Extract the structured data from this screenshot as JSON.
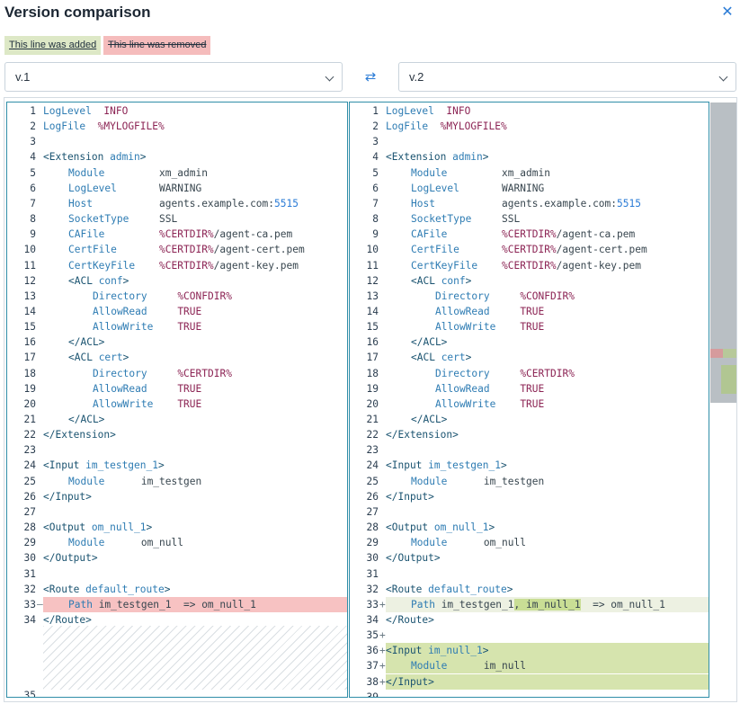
{
  "dialog": {
    "title": "Version comparison",
    "close_icon": "close-icon",
    "legend_added": "This line was added",
    "legend_removed": "This line was removed",
    "left_version": "v.1",
    "right_version": "v.2",
    "swap_icon": "swap-icon"
  },
  "colors": {
    "added": "#d6e4ae",
    "removed": "#f7c2c2",
    "changed": "#edf1e2",
    "accent": "#2a7bd6"
  },
  "left_lines": [
    {
      "n": "1",
      "mk": "",
      "d": "",
      "c": [
        [
          "k",
          "LogLevel"
        ],
        [
          "v",
          "  "
        ],
        [
          "m",
          "INFO"
        ]
      ]
    },
    {
      "n": "2",
      "mk": "",
      "d": "",
      "c": [
        [
          "k",
          "LogFile"
        ],
        [
          "v",
          "  "
        ],
        [
          "m",
          "%MYLOGFILE%"
        ]
      ]
    },
    {
      "n": "3",
      "mk": "",
      "d": "",
      "c": []
    },
    {
      "n": "4",
      "mk": "",
      "d": "",
      "c": [
        [
          "t",
          "<Extension "
        ],
        [
          "k",
          "admin"
        ],
        [
          "t",
          ">"
        ]
      ]
    },
    {
      "n": "5",
      "mk": "",
      "d": "",
      "i": 1,
      "c": [
        [
          "k",
          "Module"
        ],
        [
          "v",
          "         xm_admin"
        ]
      ]
    },
    {
      "n": "6",
      "mk": "",
      "d": "",
      "i": 1,
      "c": [
        [
          "k",
          "LogLevel"
        ],
        [
          "v",
          "       WARNING"
        ]
      ]
    },
    {
      "n": "7",
      "mk": "",
      "d": "",
      "i": 1,
      "c": [
        [
          "k",
          "Host"
        ],
        [
          "v",
          "           agents.example.com:"
        ],
        [
          "n",
          "5515"
        ]
      ]
    },
    {
      "n": "8",
      "mk": "",
      "d": "",
      "i": 1,
      "c": [
        [
          "k",
          "SocketType"
        ],
        [
          "v",
          "     SSL"
        ]
      ]
    },
    {
      "n": "9",
      "mk": "",
      "d": "",
      "i": 1,
      "c": [
        [
          "k",
          "CAFile"
        ],
        [
          "v",
          "         "
        ],
        [
          "m",
          "%CERTDIR%"
        ],
        [
          "v",
          "/agent-ca.pem"
        ]
      ]
    },
    {
      "n": "10",
      "mk": "",
      "d": "",
      "i": 1,
      "c": [
        [
          "k",
          "CertFile"
        ],
        [
          "v",
          "       "
        ],
        [
          "m",
          "%CERTDIR%"
        ],
        [
          "v",
          "/agent-cert.pem"
        ]
      ]
    },
    {
      "n": "11",
      "mk": "",
      "d": "",
      "i": 1,
      "c": [
        [
          "k",
          "CertKeyFile"
        ],
        [
          "v",
          "    "
        ],
        [
          "m",
          "%CERTDIR%"
        ],
        [
          "v",
          "/agent-key.pem"
        ]
      ]
    },
    {
      "n": "12",
      "mk": "",
      "d": "",
      "i": 1,
      "c": [
        [
          "t",
          "<ACL "
        ],
        [
          "k",
          "conf"
        ],
        [
          "t",
          ">"
        ]
      ]
    },
    {
      "n": "13",
      "mk": "",
      "d": "",
      "i": 2,
      "c": [
        [
          "k",
          "Directory"
        ],
        [
          "v",
          "     "
        ],
        [
          "m",
          "%CONFDIR%"
        ]
      ]
    },
    {
      "n": "14",
      "mk": "",
      "d": "",
      "i": 2,
      "c": [
        [
          "k",
          "AllowRead"
        ],
        [
          "v",
          "     "
        ],
        [
          "m",
          "TRUE"
        ]
      ]
    },
    {
      "n": "15",
      "mk": "",
      "d": "",
      "i": 2,
      "c": [
        [
          "k",
          "AllowWrite"
        ],
        [
          "v",
          "    "
        ],
        [
          "m",
          "TRUE"
        ]
      ]
    },
    {
      "n": "16",
      "mk": "",
      "d": "",
      "i": 1,
      "c": [
        [
          "t",
          "</ACL>"
        ]
      ]
    },
    {
      "n": "17",
      "mk": "",
      "d": "",
      "i": 1,
      "c": [
        [
          "t",
          "<ACL "
        ],
        [
          "k",
          "cert"
        ],
        [
          "t",
          ">"
        ]
      ]
    },
    {
      "n": "18",
      "mk": "",
      "d": "",
      "i": 2,
      "c": [
        [
          "k",
          "Directory"
        ],
        [
          "v",
          "     "
        ],
        [
          "m",
          "%CERTDIR%"
        ]
      ]
    },
    {
      "n": "19",
      "mk": "",
      "d": "",
      "i": 2,
      "c": [
        [
          "k",
          "AllowRead"
        ],
        [
          "v",
          "     "
        ],
        [
          "m",
          "TRUE"
        ]
      ]
    },
    {
      "n": "20",
      "mk": "",
      "d": "",
      "i": 2,
      "c": [
        [
          "k",
          "AllowWrite"
        ],
        [
          "v",
          "    "
        ],
        [
          "m",
          "TRUE"
        ]
      ]
    },
    {
      "n": "21",
      "mk": "",
      "d": "",
      "i": 1,
      "c": [
        [
          "t",
          "</ACL>"
        ]
      ]
    },
    {
      "n": "22",
      "mk": "",
      "d": "",
      "c": [
        [
          "t",
          "</Extension>"
        ]
      ]
    },
    {
      "n": "23",
      "mk": "",
      "d": "",
      "c": []
    },
    {
      "n": "24",
      "mk": "",
      "d": "",
      "c": [
        [
          "t",
          "<Input "
        ],
        [
          "k",
          "im_testgen_1"
        ],
        [
          "t",
          ">"
        ]
      ]
    },
    {
      "n": "25",
      "mk": "",
      "d": "",
      "i": 1,
      "c": [
        [
          "k",
          "Module"
        ],
        [
          "v",
          "      im_testgen"
        ]
      ]
    },
    {
      "n": "26",
      "mk": "",
      "d": "",
      "c": [
        [
          "t",
          "</Input>"
        ]
      ]
    },
    {
      "n": "27",
      "mk": "",
      "d": "",
      "c": []
    },
    {
      "n": "28",
      "mk": "",
      "d": "",
      "c": [
        [
          "t",
          "<Output "
        ],
        [
          "k",
          "om_null_1"
        ],
        [
          "t",
          ">"
        ]
      ]
    },
    {
      "n": "29",
      "mk": "",
      "d": "",
      "i": 1,
      "c": [
        [
          "k",
          "Module"
        ],
        [
          "v",
          "      om_null"
        ]
      ]
    },
    {
      "n": "30",
      "mk": "",
      "d": "",
      "c": [
        [
          "t",
          "</Output>"
        ]
      ]
    },
    {
      "n": "31",
      "mk": "",
      "d": "",
      "c": []
    },
    {
      "n": "32",
      "mk": "",
      "d": "",
      "c": [
        [
          "t",
          "<Route "
        ],
        [
          "k",
          "default_route"
        ],
        [
          "t",
          ">"
        ]
      ]
    },
    {
      "n": "33",
      "mk": "–",
      "d": "rem",
      "i": 1,
      "c": [
        [
          "k",
          "Path"
        ],
        [
          "v",
          " im_testgen_1  => om_null_1"
        ]
      ]
    },
    {
      "n": "34",
      "mk": "",
      "d": "",
      "c": [
        [
          "t",
          "</Route>"
        ]
      ]
    }
  ],
  "left_tail": {
    "n": "35"
  },
  "right_lines": [
    {
      "n": "1",
      "mk": "",
      "d": "",
      "c": [
        [
          "k",
          "LogLevel"
        ],
        [
          "v",
          "  "
        ],
        [
          "m",
          "INFO"
        ]
      ]
    },
    {
      "n": "2",
      "mk": "",
      "d": "",
      "c": [
        [
          "k",
          "LogFile"
        ],
        [
          "v",
          "  "
        ],
        [
          "m",
          "%MYLOGFILE%"
        ]
      ]
    },
    {
      "n": "3",
      "mk": "",
      "d": "",
      "c": []
    },
    {
      "n": "4",
      "mk": "",
      "d": "",
      "c": [
        [
          "t",
          "<Extension "
        ],
        [
          "k",
          "admin"
        ],
        [
          "t",
          ">"
        ]
      ]
    },
    {
      "n": "5",
      "mk": "",
      "d": "",
      "i": 1,
      "c": [
        [
          "k",
          "Module"
        ],
        [
          "v",
          "         xm_admin"
        ]
      ]
    },
    {
      "n": "6",
      "mk": "",
      "d": "",
      "i": 1,
      "c": [
        [
          "k",
          "LogLevel"
        ],
        [
          "v",
          "       WARNING"
        ]
      ]
    },
    {
      "n": "7",
      "mk": "",
      "d": "",
      "i": 1,
      "c": [
        [
          "k",
          "Host"
        ],
        [
          "v",
          "           agents.example.com:"
        ],
        [
          "n",
          "5515"
        ]
      ]
    },
    {
      "n": "8",
      "mk": "",
      "d": "",
      "i": 1,
      "c": [
        [
          "k",
          "SocketType"
        ],
        [
          "v",
          "     SSL"
        ]
      ]
    },
    {
      "n": "9",
      "mk": "",
      "d": "",
      "i": 1,
      "c": [
        [
          "k",
          "CAFile"
        ],
        [
          "v",
          "         "
        ],
        [
          "m",
          "%CERTDIR%"
        ],
        [
          "v",
          "/agent-ca.pem"
        ]
      ]
    },
    {
      "n": "10",
      "mk": "",
      "d": "",
      "i": 1,
      "c": [
        [
          "k",
          "CertFile"
        ],
        [
          "v",
          "       "
        ],
        [
          "m",
          "%CERTDIR%"
        ],
        [
          "v",
          "/agent-cert.pem"
        ]
      ]
    },
    {
      "n": "11",
      "mk": "",
      "d": "",
      "i": 1,
      "c": [
        [
          "k",
          "CertKeyFile"
        ],
        [
          "v",
          "    "
        ],
        [
          "m",
          "%CERTDIR%"
        ],
        [
          "v",
          "/agent-key.pem"
        ]
      ]
    },
    {
      "n": "12",
      "mk": "",
      "d": "",
      "i": 1,
      "c": [
        [
          "t",
          "<ACL "
        ],
        [
          "k",
          "conf"
        ],
        [
          "t",
          ">"
        ]
      ]
    },
    {
      "n": "13",
      "mk": "",
      "d": "",
      "i": 2,
      "c": [
        [
          "k",
          "Directory"
        ],
        [
          "v",
          "     "
        ],
        [
          "m",
          "%CONFDIR%"
        ]
      ]
    },
    {
      "n": "14",
      "mk": "",
      "d": "",
      "i": 2,
      "c": [
        [
          "k",
          "AllowRead"
        ],
        [
          "v",
          "     "
        ],
        [
          "m",
          "TRUE"
        ]
      ]
    },
    {
      "n": "15",
      "mk": "",
      "d": "",
      "i": 2,
      "c": [
        [
          "k",
          "AllowWrite"
        ],
        [
          "v",
          "    "
        ],
        [
          "m",
          "TRUE"
        ]
      ]
    },
    {
      "n": "16",
      "mk": "",
      "d": "",
      "i": 1,
      "c": [
        [
          "t",
          "</ACL>"
        ]
      ]
    },
    {
      "n": "17",
      "mk": "",
      "d": "",
      "i": 1,
      "c": [
        [
          "t",
          "<ACL "
        ],
        [
          "k",
          "cert"
        ],
        [
          "t",
          ">"
        ]
      ]
    },
    {
      "n": "18",
      "mk": "",
      "d": "",
      "i": 2,
      "c": [
        [
          "k",
          "Directory"
        ],
        [
          "v",
          "     "
        ],
        [
          "m",
          "%CERTDIR%"
        ]
      ]
    },
    {
      "n": "19",
      "mk": "",
      "d": "",
      "i": 2,
      "c": [
        [
          "k",
          "AllowRead"
        ],
        [
          "v",
          "     "
        ],
        [
          "m",
          "TRUE"
        ]
      ]
    },
    {
      "n": "20",
      "mk": "",
      "d": "",
      "i": 2,
      "c": [
        [
          "k",
          "AllowWrite"
        ],
        [
          "v",
          "    "
        ],
        [
          "m",
          "TRUE"
        ]
      ]
    },
    {
      "n": "21",
      "mk": "",
      "d": "",
      "i": 1,
      "c": [
        [
          "t",
          "</ACL>"
        ]
      ]
    },
    {
      "n": "22",
      "mk": "",
      "d": "",
      "c": [
        [
          "t",
          "</Extension>"
        ]
      ]
    },
    {
      "n": "23",
      "mk": "",
      "d": "",
      "c": []
    },
    {
      "n": "24",
      "mk": "",
      "d": "",
      "c": [
        [
          "t",
          "<Input "
        ],
        [
          "k",
          "im_testgen_1"
        ],
        [
          "t",
          ">"
        ]
      ]
    },
    {
      "n": "25",
      "mk": "",
      "d": "",
      "i": 1,
      "c": [
        [
          "k",
          "Module"
        ],
        [
          "v",
          "      im_testgen"
        ]
      ]
    },
    {
      "n": "26",
      "mk": "",
      "d": "",
      "c": [
        [
          "t",
          "</Input>"
        ]
      ]
    },
    {
      "n": "27",
      "mk": "",
      "d": "",
      "c": []
    },
    {
      "n": "28",
      "mk": "",
      "d": "",
      "c": [
        [
          "t",
          "<Output "
        ],
        [
          "k",
          "om_null_1"
        ],
        [
          "t",
          ">"
        ]
      ]
    },
    {
      "n": "29",
      "mk": "",
      "d": "",
      "i": 1,
      "c": [
        [
          "k",
          "Module"
        ],
        [
          "v",
          "      om_null"
        ]
      ]
    },
    {
      "n": "30",
      "mk": "",
      "d": "",
      "c": [
        [
          "t",
          "</Output>"
        ]
      ]
    },
    {
      "n": "31",
      "mk": "",
      "d": "",
      "c": []
    },
    {
      "n": "32",
      "mk": "",
      "d": "",
      "c": [
        [
          "t",
          "<Route "
        ],
        [
          "k",
          "default_route"
        ],
        [
          "t",
          ">"
        ]
      ]
    },
    {
      "n": "33",
      "mk": "+",
      "d": "chg",
      "i": 1,
      "c": [
        [
          "k",
          "Path"
        ],
        [
          "v",
          " im_testgen_1"
        ],
        [
          "a",
          ", im_null_1"
        ],
        [
          "v",
          "  => om_null_1"
        ]
      ]
    },
    {
      "n": "34",
      "mk": "",
      "d": "",
      "c": [
        [
          "t",
          "</Route>"
        ]
      ]
    },
    {
      "n": "35",
      "mk": "+",
      "d": "add",
      "c": []
    },
    {
      "n": "36",
      "mk": "+",
      "d": "add",
      "c": [
        [
          "t",
          "<Input "
        ],
        [
          "k",
          "im_null_1"
        ],
        [
          "t",
          ">"
        ]
      ]
    },
    {
      "n": "37",
      "mk": "+",
      "d": "add",
      "i": 1,
      "c": [
        [
          "k",
          "Module"
        ],
        [
          "v",
          "      im_null"
        ]
      ]
    },
    {
      "n": "38",
      "mk": "+",
      "d": "add",
      "c": [
        [
          "t",
          "</Input>"
        ]
      ]
    },
    {
      "n": "39",
      "mk": "",
      "d": "",
      "c": []
    }
  ]
}
